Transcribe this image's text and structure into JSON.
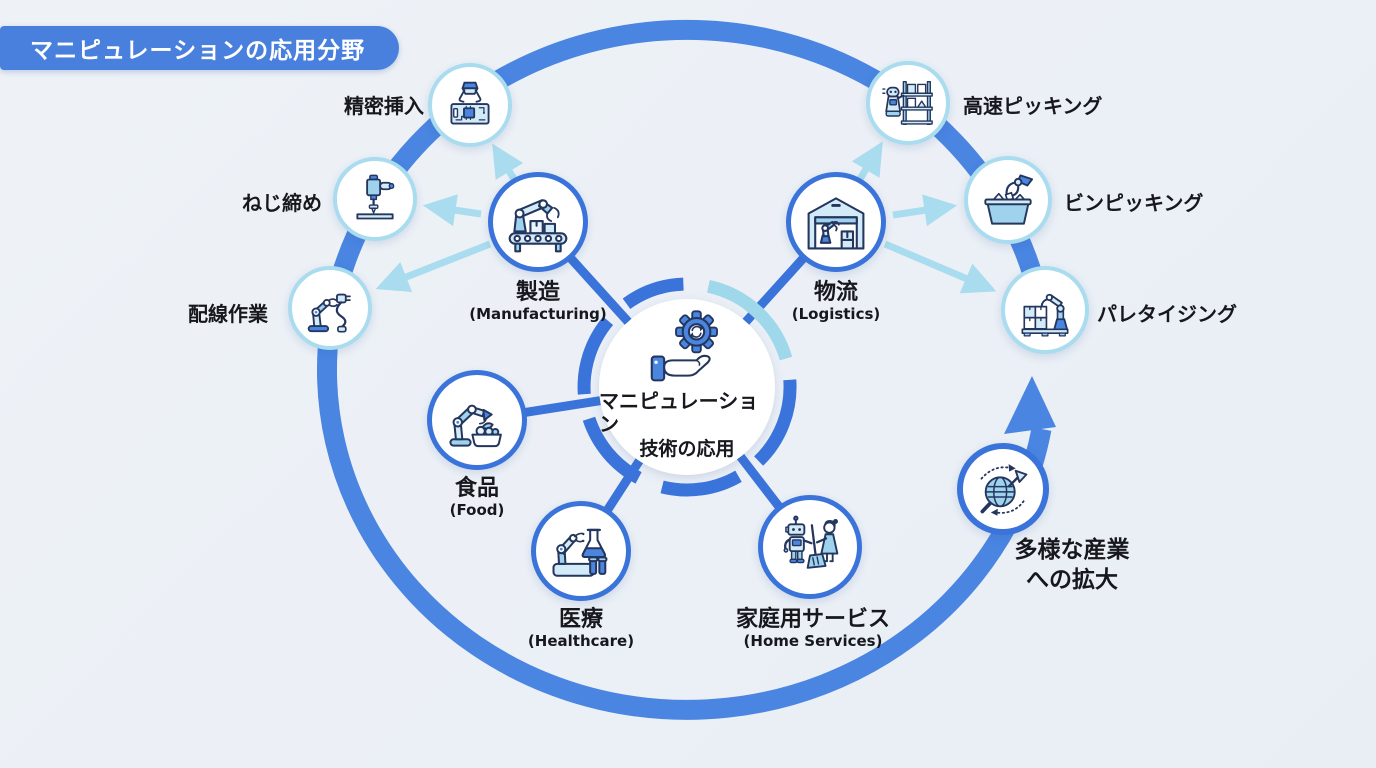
{
  "title": "マニピュレーションの応用分野",
  "center": {
    "line1": "マニピュレーション",
    "line2": "技術の応用",
    "icon": "hand-gear-icon"
  },
  "categories": [
    {
      "label": "製造",
      "sublabel": "(Manufacturing)",
      "icon": "factory-robot-arm-icon"
    },
    {
      "label": "物流",
      "sublabel": "(Logistics)",
      "icon": "warehouse-robot-icon"
    },
    {
      "label": "食品",
      "sublabel": "(Food)",
      "icon": "food-robot-arm-icon"
    },
    {
      "label": "医療",
      "sublabel": "(Healthcare)",
      "icon": "lab-robot-arm-icon"
    },
    {
      "label": "家庭用サービス",
      "sublabel": "(Home Services)",
      "icon": "home-service-robot-icon"
    }
  ],
  "applications": [
    {
      "label": "精密挿入",
      "category": "製造",
      "icon": "gripper-pcb-icon"
    },
    {
      "label": "ねじ締め",
      "category": "製造",
      "icon": "screwdriver-icon"
    },
    {
      "label": "配線作業",
      "category": "製造",
      "icon": "cable-robot-arm-icon"
    },
    {
      "label": "高速ピッキング",
      "category": "物流",
      "icon": "shelf-picking-robot-icon"
    },
    {
      "label": "ビンピッキング",
      "category": "物流",
      "icon": "bin-picking-gripper-icon"
    },
    {
      "label": "パレタイジング",
      "category": "物流",
      "icon": "palletizing-robot-icon"
    }
  ],
  "expansion": {
    "line1": "多様な産業",
    "line2": "への拡大",
    "icon": "globe-expansion-icon"
  },
  "colors": {
    "background": "#edf1f6",
    "ring_blue": "#4a85e2",
    "node_border_blue": "#3a73d9",
    "accent_cyan": "#a9dcee",
    "hub_cyan_segment": "#9fd8ea",
    "badge_blue": "#4a80dd",
    "icon_navy": "#24365e",
    "icon_light_blue": "#d3ebf7",
    "icon_mid_blue": "#9fd2ec",
    "icon_blue": "#4a86e0",
    "text": "#16181d"
  }
}
